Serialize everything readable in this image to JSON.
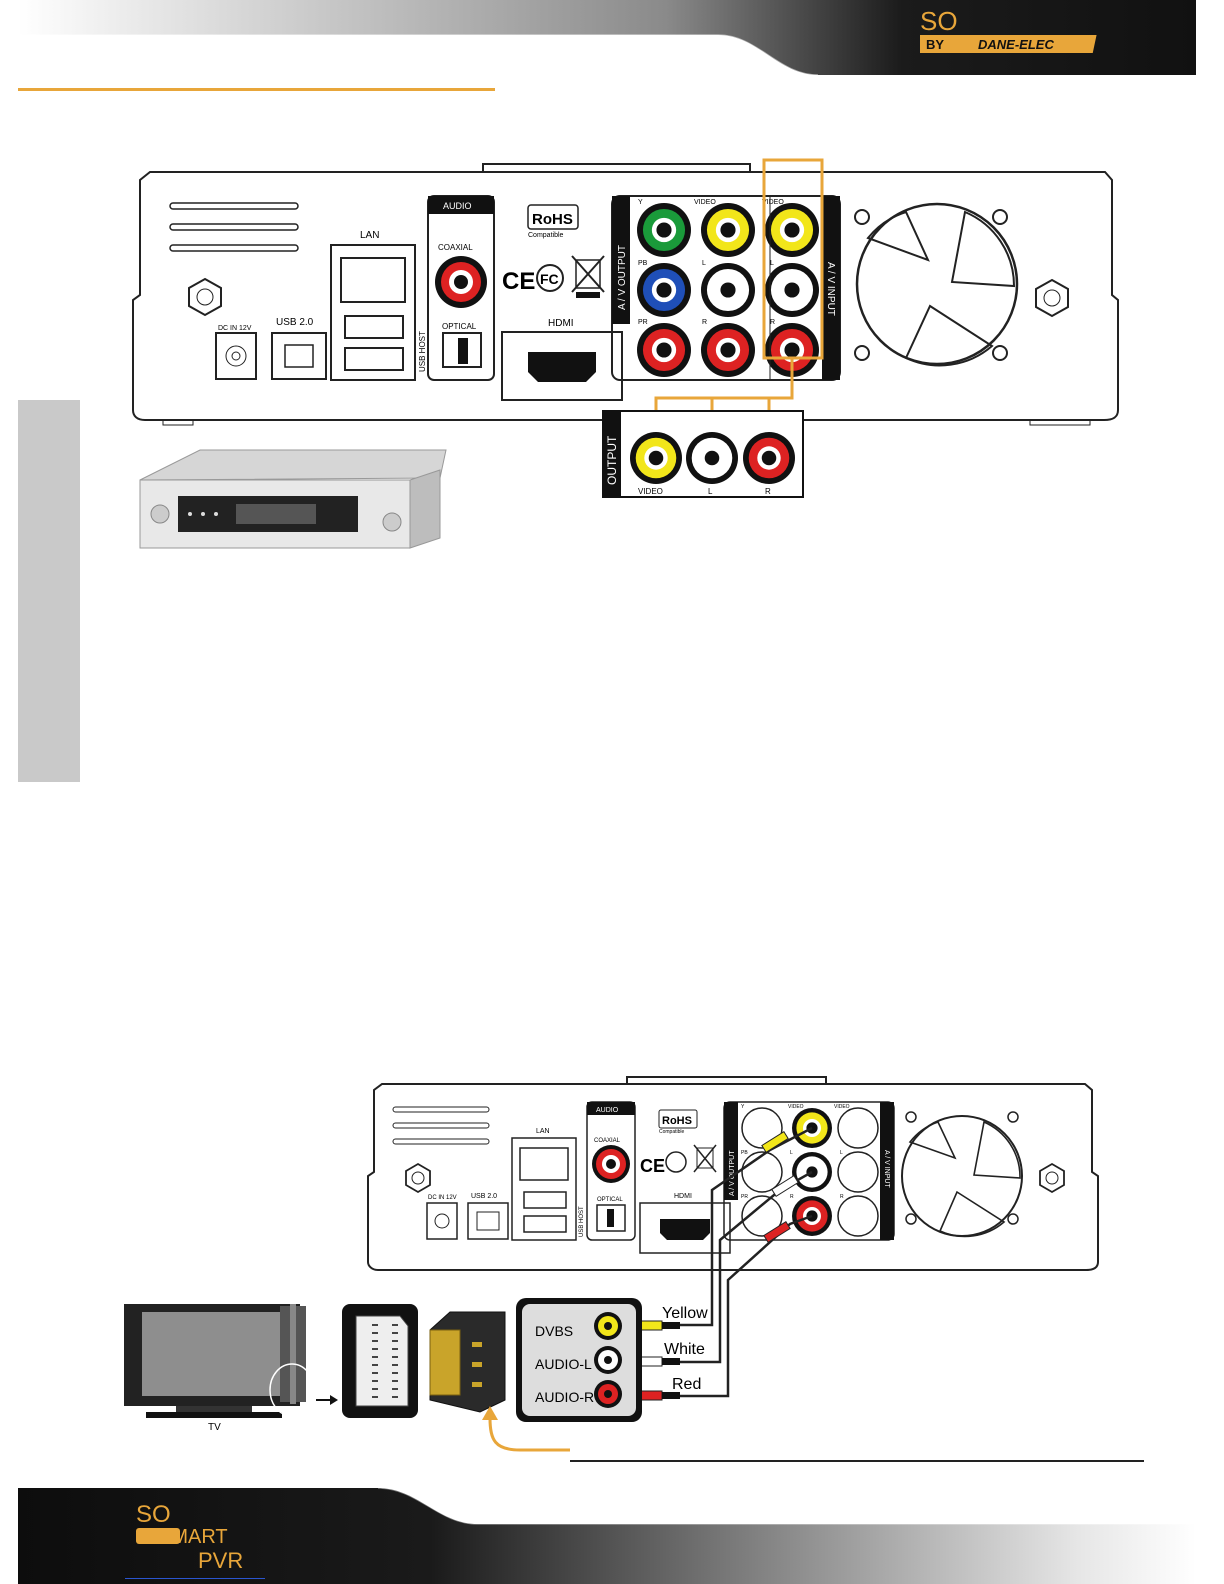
{
  "brand": {
    "top_logo_line1": "SO",
    "top_logo_by": "BY",
    "top_logo_brand": "DANE-ELEC",
    "bottom_logo_line1": "SO",
    "bottom_logo_line2": "SMART",
    "bottom_logo_line3": "PVR"
  },
  "colors": {
    "accent": "#e8a63a",
    "panel_gray": "#c9c9c9",
    "dark": "#1a1a1a"
  },
  "device_top": {
    "lan": "LAN",
    "audio": "AUDIO",
    "coaxial": "COAXIAL",
    "optical": "OPTICAL",
    "hdmi": "HDMI",
    "usb": "USB 2.0",
    "usb_host": "USB HOST",
    "dc": "DC IN 12V",
    "av_output": "A / V OUTPUT",
    "av_input": "A / V INPUT",
    "y": "Y",
    "video": "VIDEO",
    "pb": "PB",
    "l": "L",
    "pr": "PR",
    "r": "R",
    "rohs": "RoHS",
    "rohs_sub": "Compatible",
    "ce": "CE",
    "fc": "FC"
  },
  "output_box": {
    "title": "OUTPUT",
    "video": "VIDEO",
    "l": "L",
    "r": "R"
  },
  "device_bottom": {
    "lan": "LAN",
    "audio": "AUDIO",
    "coaxial": "COAXIAL",
    "optical": "OPTICAL",
    "hdmi": "HDMI",
    "usb": "USB 2.0",
    "usb_host": "USB HOST",
    "dc": "DC IN 12V",
    "av_output": "A / V OUTPUT",
    "av_input": "A / V INPUT",
    "y": "Y",
    "video": "VIDEO",
    "pb": "PB",
    "l": "L",
    "pr": "PR",
    "r": "R",
    "rohs": "RoHS",
    "rohs_sub": "Compatible"
  },
  "adapter": {
    "dvbs": "DVBS",
    "audio_l": "AUDIO-L",
    "audio_r": "AUDIO-R"
  },
  "cables": {
    "yellow": "Yellow",
    "white": "White",
    "red": "Red"
  },
  "tv_label": "TV"
}
